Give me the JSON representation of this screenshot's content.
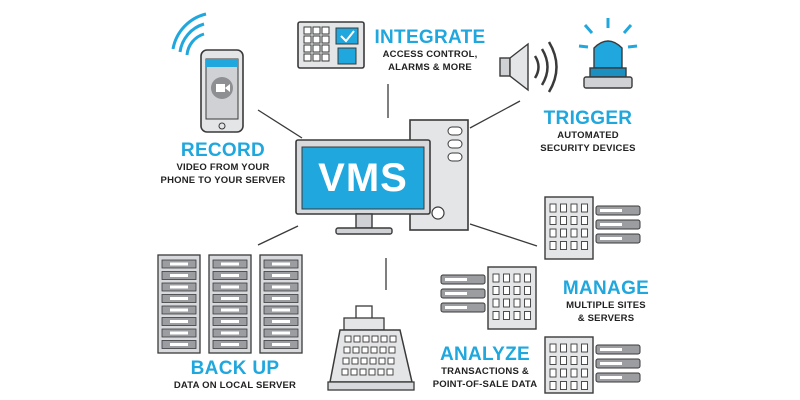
{
  "center": {
    "label": "VMS"
  },
  "nodes": {
    "integrate": {
      "title": "INTEGRATE",
      "lines": [
        "ACCESS CONTROL,",
        "ALARMS & MORE"
      ]
    },
    "trigger": {
      "title": "TRIGGER",
      "lines": [
        "AUTOMATED",
        "SECURITY DEVICES"
      ]
    },
    "record": {
      "title": "RECORD",
      "lines": [
        "VIDEO FROM YOUR",
        "PHONE TO YOUR SERVER"
      ]
    },
    "manage": {
      "title": "MANAGE",
      "lines": [
        "MULTIPLE SITES",
        "& SERVERS"
      ]
    },
    "backup": {
      "title": "BACK UP",
      "lines": [
        "DATA ON LOCAL SERVER"
      ]
    },
    "analyze": {
      "title": "ANALYZE",
      "lines": [
        "TRANSACTIONS &",
        "POINT-OF-SALE DATA"
      ]
    }
  },
  "colors": {
    "accent": "#20a7dd",
    "gray": "#d7d9dc",
    "outline": "#3a3a3a",
    "text": "#222222"
  },
  "icons": [
    "phone-icon",
    "keypad-icon",
    "speaker-icon",
    "siren-icon",
    "vms-computer-icon",
    "server-rack-icon",
    "cash-register-icon",
    "building-icon",
    "server-unit-icon"
  ]
}
